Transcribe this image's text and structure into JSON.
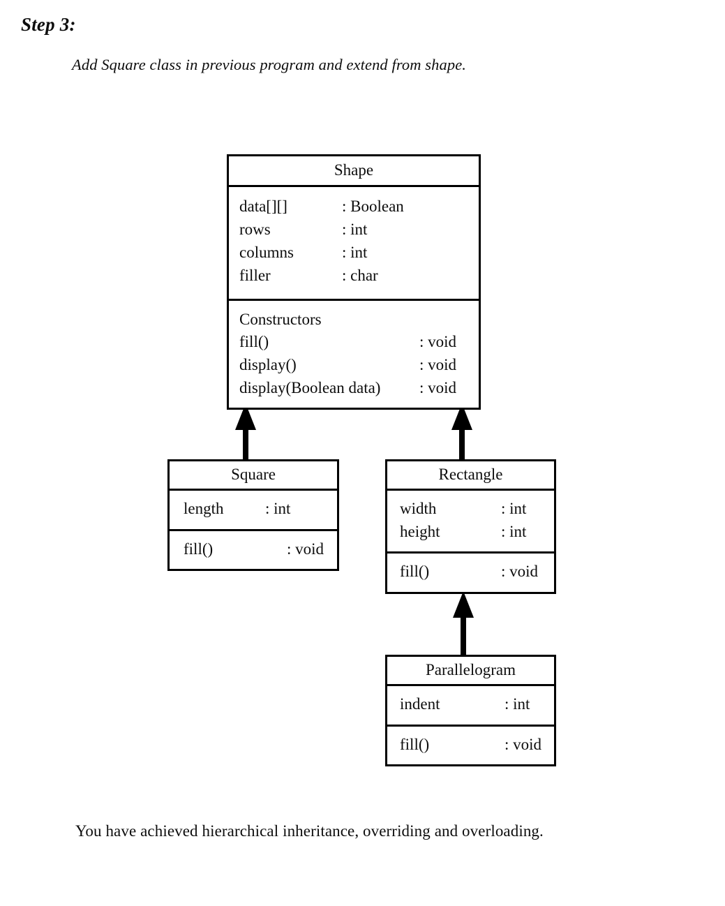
{
  "heading": {
    "step_label": "Step 3:",
    "subtitle": "Add Square class in previous program and extend from shape."
  },
  "footer": {
    "note": "You have achieved hierarchical inheritance, overriding and overloading."
  },
  "diagram": {
    "type": "uml-class-diagram",
    "classes": [
      {
        "id": "shape",
        "name": "Shape",
        "attributes": [
          {
            "name": "data[][]",
            "type": ": Boolean"
          },
          {
            "name": "rows",
            "type": ": int"
          },
          {
            "name": "columns",
            "type": ": int"
          },
          {
            "name": "filler",
            "type": ": char"
          }
        ],
        "operations": [
          {
            "name": "Constructors",
            "type": ""
          },
          {
            "name": "fill()",
            "type": ": void"
          },
          {
            "name": "display()",
            "type": ": void"
          },
          {
            "name": "display(Boolean data)",
            "type": ": void"
          }
        ]
      },
      {
        "id": "square",
        "name": "Square",
        "attributes": [
          {
            "name": "length",
            "type": ": int"
          }
        ],
        "operations": [
          {
            "name": "fill()",
            "type": ": void"
          }
        ]
      },
      {
        "id": "rectangle",
        "name": "Rectangle",
        "attributes": [
          {
            "name": "width",
            "type": ": int"
          },
          {
            "name": "height",
            "type": ": int"
          }
        ],
        "operations": [
          {
            "name": "fill()",
            "type": ": void"
          }
        ]
      },
      {
        "id": "parallelogram",
        "name": "Parallelogram",
        "attributes": [
          {
            "name": "indent",
            "type": ": int"
          }
        ],
        "operations": [
          {
            "name": "fill()",
            "type": ": void"
          }
        ]
      }
    ],
    "relationships": [
      {
        "kind": "inheritance",
        "from": "Square",
        "to": "Shape"
      },
      {
        "kind": "inheritance",
        "from": "Rectangle",
        "to": "Shape"
      },
      {
        "kind": "inheritance",
        "from": "Parallelogram",
        "to": "Rectangle"
      }
    ],
    "colors": {
      "stroke": "#000000",
      "fill": "#ffffff",
      "text": "#0d0d0d"
    }
  }
}
